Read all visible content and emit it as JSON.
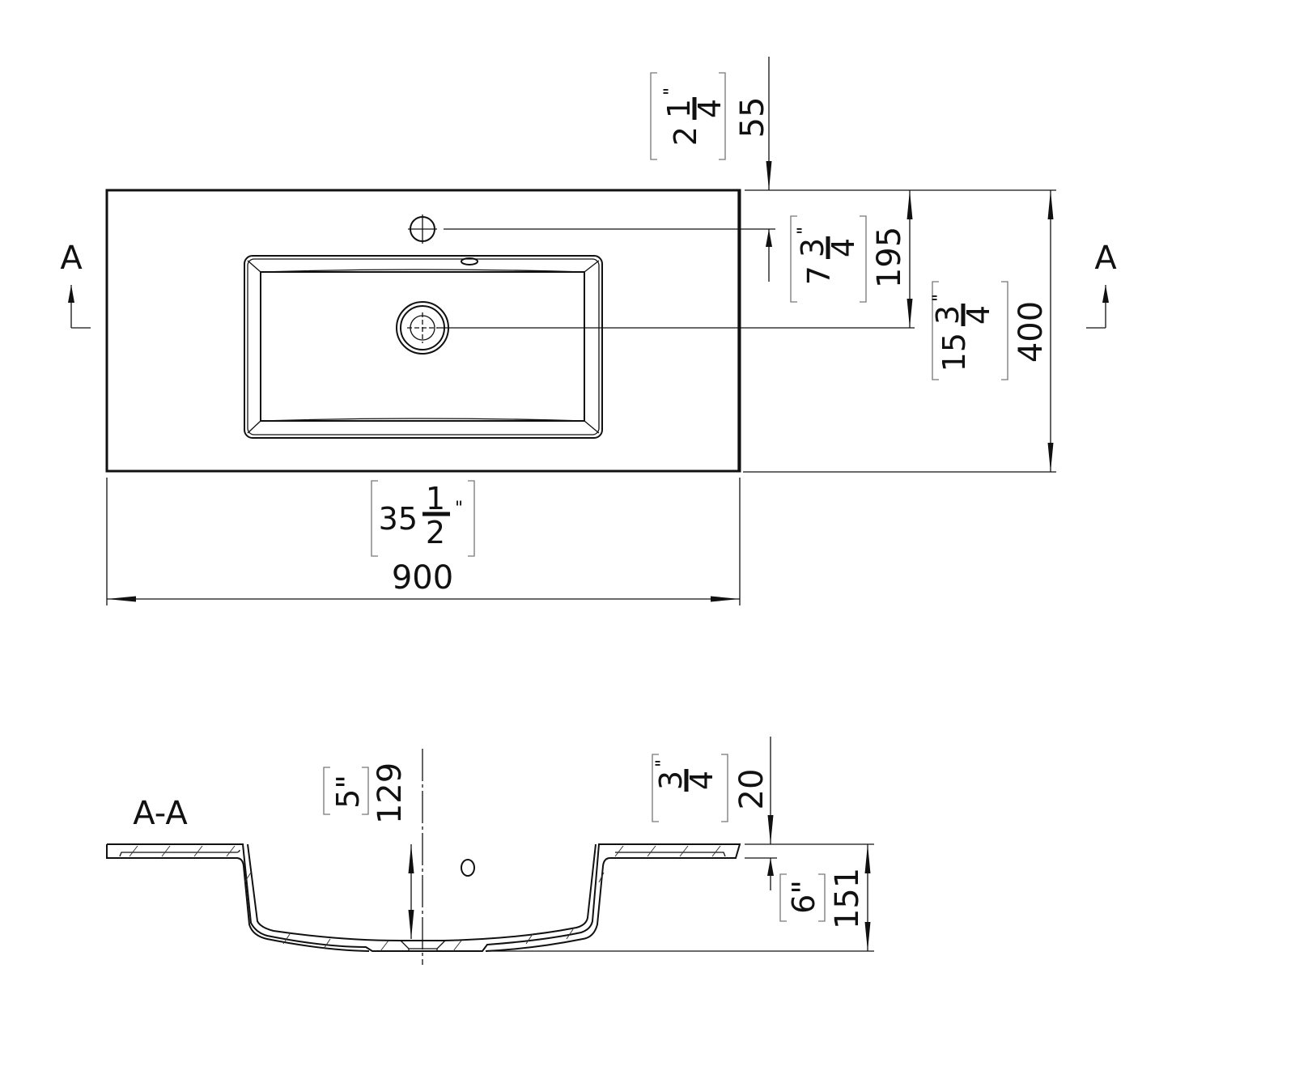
{
  "section_marks": {
    "left": "A",
    "right": "A",
    "section_title": "A-A"
  },
  "dimensions": {
    "faucet_offset": {
      "mm": "55",
      "whole": "2",
      "num": "1",
      "den": "4",
      "inch_mark": "\""
    },
    "drain_offset": {
      "mm": "195",
      "whole": "7",
      "num": "3",
      "den": "4",
      "inch_mark": "\""
    },
    "depth": {
      "mm": "400",
      "whole": "15",
      "num": "3",
      "den": "4",
      "inch_mark": "\""
    },
    "width": {
      "mm": "900",
      "whole": "35",
      "num": "1",
      "den": "2",
      "inch_mark": "\""
    },
    "basin_depth": {
      "mm": "129",
      "inch": "5\""
    },
    "rim_thickness": {
      "mm": "20",
      "num": "3",
      "den": "4",
      "inch_mark": "\""
    },
    "overall_height": {
      "mm": "151",
      "inch": "6\""
    }
  }
}
